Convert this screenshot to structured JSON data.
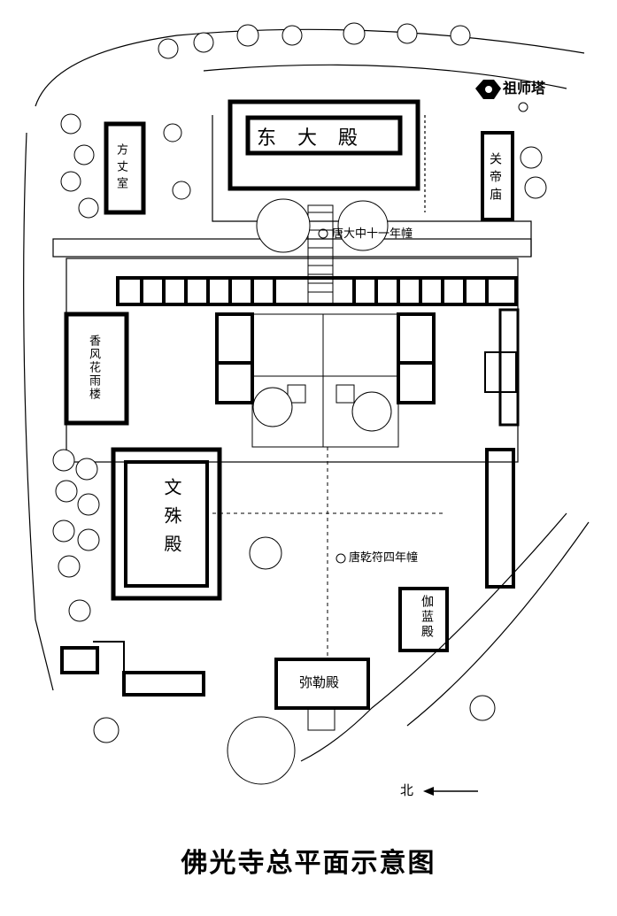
{
  "title": "佛光寺总平面示意图",
  "north_label": "北",
  "buildings": {
    "east_hall": "东大殿",
    "patriarch_pagoda": "祖师塔",
    "guandi_temple": "关帝庙",
    "abbot_room": "方丈室",
    "xiangfeng_tower": "香风花雨楼",
    "manjusri_hall": "文殊殿",
    "qielan_hall": "伽蓝殿",
    "maitreya_hall": "弥勒殿"
  },
  "pillars": {
    "dazhong": "唐大中十一年幢",
    "qianfu": "唐乾符四年幢"
  },
  "colors": {
    "ink": "#000000",
    "paper": "#ffffff"
  }
}
